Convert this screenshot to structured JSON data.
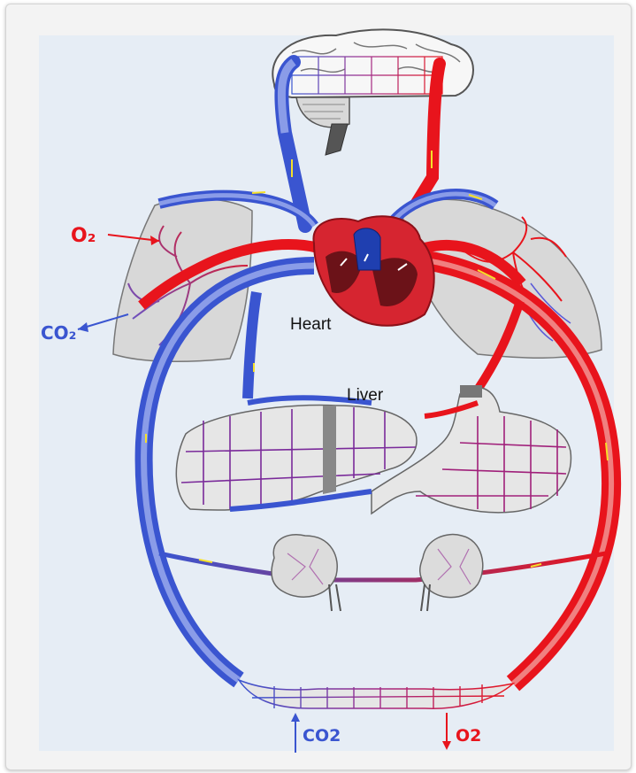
{
  "labels": {
    "heart": "Heart",
    "liver": "Liver",
    "o2_lungs": "O₂",
    "co2_lungs": "CO₂",
    "co2_bottom": "CO2",
    "o2_bottom": "O2"
  },
  "colors": {
    "oxygenated": "#e8141c",
    "deoxygenated": "#3a55d0",
    "panel_bg": "#e6edf5",
    "arrow": "#f5e02a"
  }
}
